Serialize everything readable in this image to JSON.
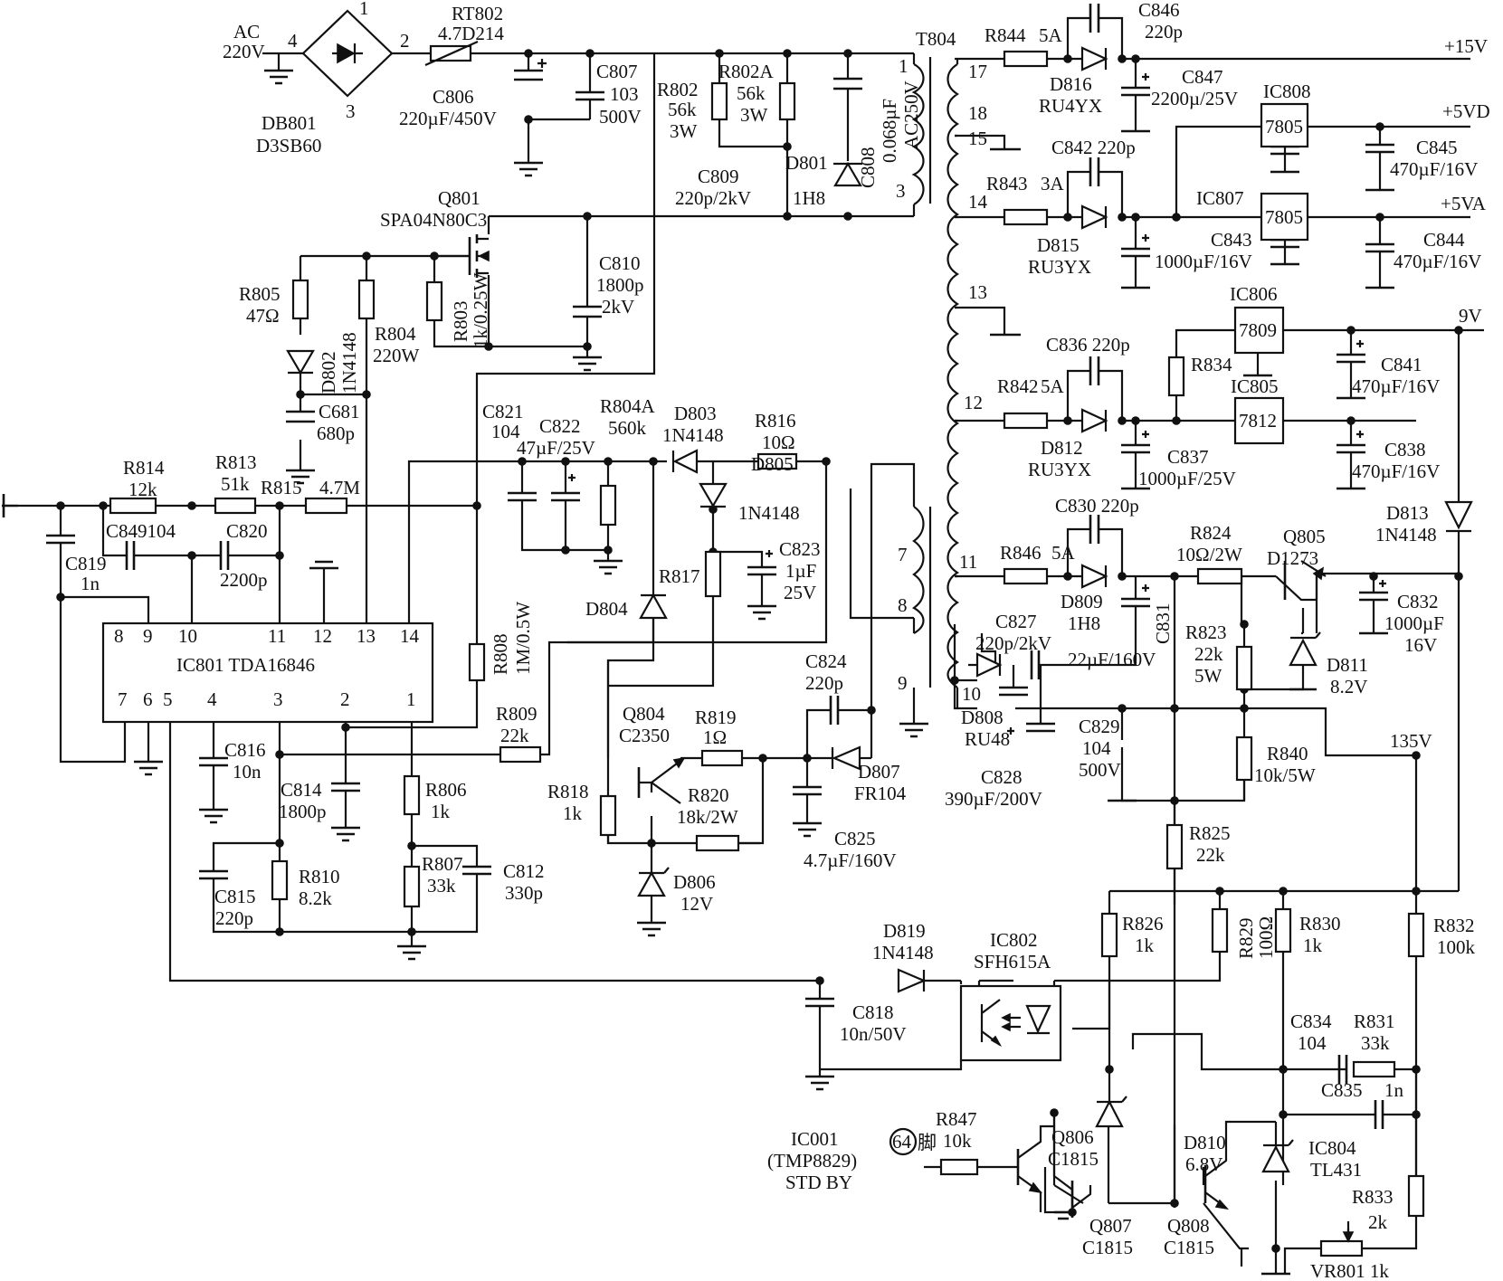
{
  "labels": {
    "ac": [
      "AC",
      "220V"
    ],
    "db801": {
      "pins": [
        "1",
        "2",
        "3",
        "4"
      ],
      "ref": "DB801",
      "val": "D3SB60"
    },
    "rt802": {
      "ref": "RT802",
      "val": "4.7D214"
    },
    "c806": [
      "C806",
      "220µF/450V"
    ],
    "c807": [
      "C807",
      "103",
      "500V"
    ],
    "r802": [
      "R802",
      "56k",
      "3W"
    ],
    "r802a": [
      "R802A",
      "56k",
      "3W"
    ],
    "c808": [
      "C808",
      "0.068µF",
      "AC250V"
    ],
    "c809": [
      "C809",
      "220p/2kV"
    ],
    "d801": [
      "D801",
      "1H8"
    ],
    "q801": [
      "Q801",
      "SPA04N80C3"
    ],
    "r805": [
      "R805",
      "47Ω"
    ],
    "d802": [
      "D802",
      "1N4148"
    ],
    "r804": [
      "R804",
      "220W"
    ],
    "r803": [
      "R803",
      "1k/0.25W"
    ],
    "c810": [
      "C810",
      "1800p",
      "2kV"
    ],
    "c681": [
      "C681",
      "680p"
    ],
    "c821": [
      "C821",
      "104"
    ],
    "c822": [
      "C822",
      "47µF/25V"
    ],
    "r804a": [
      "R804A",
      "560k"
    ],
    "d803": [
      "D803",
      "1N4148"
    ],
    "r816": [
      "R816",
      "10Ω"
    ],
    "d805": [
      "D805",
      "1N4148"
    ],
    "c823": [
      "C823",
      "1µF",
      "25V"
    ],
    "r817": "R817",
    "d804": "D804",
    "r814": [
      "R814",
      "12k"
    ],
    "r813": [
      "R813",
      "51k"
    ],
    "r815": [
      "R815",
      "4.7M"
    ],
    "c849": "C849104",
    "c820": [
      "C820",
      "2200p"
    ],
    "c819": [
      "C819",
      "1n"
    ],
    "ic801": {
      "name": "IC801 TDA16846",
      "pins_top": [
        "8",
        "9",
        "10",
        "11",
        "12",
        "13",
        "14"
      ],
      "pins_bottom": [
        "7",
        "6",
        "5",
        "4",
        "3",
        "2",
        "1"
      ]
    },
    "r808": [
      "R808",
      "1M/0.5W"
    ],
    "r809": [
      "R809",
      "22k"
    ],
    "q804": [
      "Q804",
      "C2350"
    ],
    "r819": [
      "R819",
      "1Ω"
    ],
    "r818": [
      "R818",
      "1k"
    ],
    "r820": [
      "R820",
      "18k/2W"
    ],
    "d806": [
      "D806",
      "12V"
    ],
    "c824": [
      "C824",
      "220p"
    ],
    "d807": [
      "D807",
      "FR104"
    ],
    "c825": [
      "C825",
      "4.7µF/160V"
    ],
    "c816": [
      "C816",
      "10n"
    ],
    "c814": [
      "C814",
      "1800p"
    ],
    "r806": [
      "R806",
      "1k"
    ],
    "r807": [
      "R807",
      "33k"
    ],
    "c812": [
      "C812",
      "330p"
    ],
    "c815": [
      "C815",
      "220p"
    ],
    "r810": [
      "R810",
      "8.2k"
    ],
    "t804": {
      "ref": "T804",
      "pins": [
        "1",
        "3",
        "7",
        "8",
        "9",
        "10",
        "11",
        "12",
        "13",
        "14",
        "15",
        "17",
        "18"
      ]
    },
    "r844": [
      "R844",
      "5A"
    ],
    "c846": [
      "C846",
      "220p"
    ],
    "d816": [
      "D816",
      "RU4YX"
    ],
    "c847": [
      "C847",
      "2200µ/25V"
    ],
    "v15": "+15V",
    "ic808": [
      "IC808",
      "7805"
    ],
    "v5vd": "+5VD",
    "c845": [
      "C845",
      "470µF/16V"
    ],
    "c842": "C842 220p",
    "r843": [
      "R843",
      "3A"
    ],
    "d815": [
      "D815",
      "RU3YX"
    ],
    "c843": [
      "C843",
      "1000µF/16V"
    ],
    "ic807": [
      "IC807",
      "7805"
    ],
    "v5va": "+5VA",
    "c844": [
      "C844",
      "470µF/16V"
    ],
    "ic806": [
      "IC806",
      "7809"
    ],
    "v9": "9V",
    "c836": "C836 220p",
    "r834": "R834",
    "c841": [
      "C841",
      "470µF/16V"
    ],
    "r842": [
      "R842",
      "5A"
    ],
    "ic805": [
      "IC805",
      "7812"
    ],
    "d812": [
      "D812",
      "RU3YX"
    ],
    "c837": [
      "C837",
      "1000µF/25V"
    ],
    "c838": [
      "C838",
      "470µF/16V"
    ],
    "d813": [
      "D813",
      "1N4148"
    ],
    "c830": "C830 220p",
    "r846": [
      "R846",
      "5A"
    ],
    "r824": [
      "R824",
      "10Ω/2W"
    ],
    "q805": [
      "Q805",
      "D1273"
    ],
    "d809": [
      "D809",
      "1H8"
    ],
    "c831": "C831",
    "c832": [
      "C832",
      "1000µF",
      "16V"
    ],
    "c827": [
      "C827",
      "220p/2kV"
    ],
    "c22u": "22µF/160V",
    "r823": [
      "R823",
      "22k",
      "5W"
    ],
    "d811": [
      "D811",
      "8.2V"
    ],
    "d808": [
      "D808",
      "RU48"
    ],
    "c829": [
      "C829",
      "104",
      "500V"
    ],
    "c828": [
      "C828",
      "390µF/200V"
    ],
    "r840": [
      "R840",
      "10k/5W"
    ],
    "v135": "135V",
    "r825": [
      "R825",
      "22k"
    ],
    "r826": [
      "R826",
      "1k"
    ],
    "r829": [
      "R829",
      "100Ω"
    ],
    "r830": [
      "R830",
      "1k"
    ],
    "r832": [
      "R832",
      "100k"
    ],
    "d819": [
      "D819",
      "1N4148"
    ],
    "ic802": [
      "IC802",
      "SFH615A"
    ],
    "c818": [
      "C818",
      "10n/50V"
    ],
    "c834": [
      "C834",
      "104"
    ],
    "r831": [
      "R831",
      "33k"
    ],
    "c835": [
      "C835",
      "1n"
    ],
    "ic001": [
      "IC001",
      "(TMP8829)",
      "STD BY"
    ],
    "pin64": "64",
    "pin64_suffix": "脚",
    "r847": [
      "R847",
      "10k"
    ],
    "q806": [
      "Q806",
      "C1815"
    ],
    "d810": [
      "D810",
      "6.8V"
    ],
    "ic804": [
      "IC804",
      "TL431"
    ],
    "q807": [
      "Q807",
      "C1815"
    ],
    "q808": [
      "Q808",
      "C1815"
    ],
    "r833": [
      "R833",
      "2k"
    ],
    "vr801": "VR801 1k"
  }
}
